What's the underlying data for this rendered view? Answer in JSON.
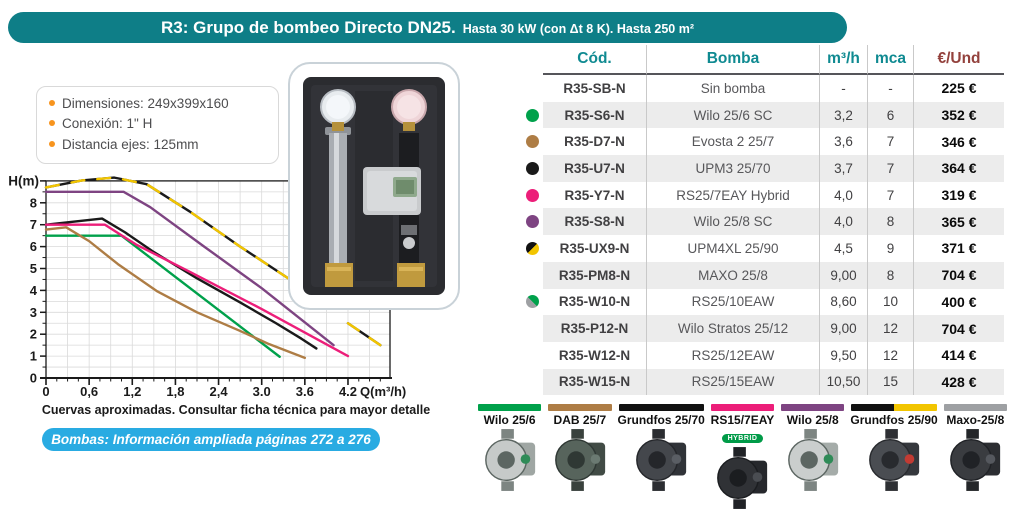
{
  "header": {
    "title": "R3: Grupo de bombeo Directo DN25.",
    "subtitle": "Hasta 30 kW (con Δt 8 K). Hasta 250 m²"
  },
  "specs": {
    "items": [
      "Dimensiones: 249x399x160",
      "Conexión: 1\" H",
      "Distancia ejes: 125mm"
    ],
    "bullet_color": "#F7941E"
  },
  "chart_note": "Cuervas aproximadas. Consultar ficha técnica para mayor detalle",
  "info_badge": "Bombas: Información ampliada páginas 272 a 276",
  "chart_data": {
    "type": "line",
    "title": "",
    "xlabel": "Q(m³/h)",
    "ylabel": "H(m)",
    "xlim": [
      0,
      4.78
    ],
    "ylim": [
      0,
      9
    ],
    "x_tick_values": [
      0,
      0.6,
      1.2,
      1.8,
      2.4,
      3.0,
      3.6,
      4.2
    ],
    "x_tick_labels": [
      "0",
      "0,6",
      "1,2",
      "1,8",
      "2,4",
      "3.0",
      "3.6",
      "4.2"
    ],
    "y_tick_labels": [
      "0",
      "1",
      "2",
      "3",
      "4",
      "5",
      "6",
      "7",
      "8"
    ],
    "grid": true,
    "legend_position": "none",
    "series": [
      {
        "name": "Wilo 25/6",
        "color": "#00A14B",
        "points": [
          [
            0,
            6.5
          ],
          [
            1.05,
            6.5
          ],
          [
            3.25,
            0.97
          ]
        ]
      },
      {
        "name": "Evosta 2 25/7 (DAB)",
        "color": "#AE7D45",
        "points": [
          [
            0,
            6.78
          ],
          [
            0.28,
            6.88
          ],
          [
            0.6,
            6.25
          ],
          [
            1.0,
            5.2
          ],
          [
            1.55,
            3.95
          ],
          [
            2.1,
            3.0
          ],
          [
            2.7,
            2.15
          ],
          [
            3.1,
            1.55
          ],
          [
            3.6,
            0.92
          ]
        ]
      },
      {
        "name": "UPM3 25/70 (Grundfos)",
        "color": "#1A1A1A",
        "points": [
          [
            0,
            7.0
          ],
          [
            0.78,
            7.28
          ],
          [
            1.1,
            6.65
          ],
          [
            1.5,
            5.75
          ],
          [
            2.1,
            4.55
          ],
          [
            2.7,
            3.45
          ],
          [
            3.2,
            2.5
          ],
          [
            3.55,
            1.8
          ],
          [
            3.76,
            1.35
          ]
        ]
      },
      {
        "name": "RS25/7EAY Hybrid",
        "color": "#EC1E79",
        "points": [
          [
            0,
            7.0
          ],
          [
            0.82,
            7.0
          ],
          [
            1.25,
            6.1
          ],
          [
            2.0,
            4.85
          ],
          [
            3.0,
            3.15
          ],
          [
            4.2,
            1.0
          ]
        ]
      },
      {
        "name": "Wilo 25/8",
        "color": "#7E4482",
        "points": [
          [
            0,
            8.5
          ],
          [
            1.08,
            8.5
          ],
          [
            1.45,
            7.8
          ],
          [
            2.2,
            6.0
          ],
          [
            3.0,
            4.1
          ],
          [
            4.0,
            1.5
          ]
        ]
      },
      {
        "name": "UPM4XL 25/90 (Grundfos)",
        "color": "#1A1A1A",
        "dash_overlay": "#F2C500",
        "points": [
          [
            0,
            8.7
          ],
          [
            0.5,
            9.02
          ],
          [
            0.95,
            9.15
          ],
          [
            1.4,
            8.85
          ],
          [
            2.0,
            7.6
          ],
          [
            2.7,
            6.0
          ],
          [
            3.37,
            4.55
          ]
        ],
        "points2": [
          [
            4.2,
            2.5
          ],
          [
            4.65,
            1.5
          ]
        ]
      }
    ]
  },
  "table": {
    "headers": [
      "Cód.",
      "Bomba",
      "m³/h",
      "mca",
      "€/Und"
    ],
    "rows": [
      {
        "code": "R35-SB-N",
        "pump": "Sin bomba",
        "flow": "-",
        "head": "-",
        "price": "225 €",
        "dot": null
      },
      {
        "code": "R35-S6-N",
        "pump": "Wilo 25/6 SC",
        "flow": "3,2",
        "head": "6",
        "price": "352 €",
        "dot": {
          "colors": [
            "#00A14B"
          ]
        }
      },
      {
        "code": "R35-D7-N",
        "pump": "Evosta 2 25/7",
        "flow": "3,6",
        "head": "7",
        "price": "346 €",
        "dot": {
          "colors": [
            "#AE7D45"
          ]
        }
      },
      {
        "code": "R35-U7-N",
        "pump": "UPM3 25/70",
        "flow": "3,7",
        "head": "7",
        "price": "364 €",
        "dot": {
          "colors": [
            "#1A1A1A"
          ]
        }
      },
      {
        "code": "R35-Y7-N",
        "pump": "RS25/7EAY Hybrid",
        "flow": "4,0",
        "head": "7",
        "price": "319 €",
        "dot": {
          "colors": [
            "#EC1E79"
          ]
        }
      },
      {
        "code": "R35-S8-N",
        "pump": "Wilo 25/8 SC",
        "flow": "4,0",
        "head": "8",
        "price": "365 €",
        "dot": {
          "colors": [
            "#7E4482"
          ]
        }
      },
      {
        "code": "R35-UX9-N",
        "pump": "UPM4XL 25/90",
        "flow": "4,5",
        "head": "9",
        "price": "371 €",
        "dot": {
          "colors": [
            "#111111",
            "#F2C500"
          ],
          "angle": "135deg"
        }
      },
      {
        "code": "R35-PM8-N",
        "pump": "MAXO 25/8",
        "flow": "9,00",
        "head": "8",
        "price": "704 €",
        "dot": null
      },
      {
        "code": "R35-W10-N",
        "pump": "RS25/10EAW",
        "flow": "8,60",
        "head": "10",
        "price": "400 €",
        "dot": {
          "colors": [
            "#00A14B",
            "#9EA0A3"
          ],
          "angle": "225deg"
        }
      },
      {
        "code": "R35-P12-N",
        "pump": "Wilo Stratos 25/12",
        "flow": "9,00",
        "head": "12",
        "price": "704 €",
        "dot": null
      },
      {
        "code": "R35-W12-N",
        "pump": "RS25/12EAW",
        "flow": "9,50",
        "head": "12",
        "price": "414 €",
        "dot": null
      },
      {
        "code": "R35-W15-N",
        "pump": "RS25/15EAW",
        "flow": "10,50",
        "head": "15",
        "price": "428 €",
        "dot": null
      }
    ]
  },
  "gallery": {
    "items": [
      {
        "label": "Wilo 25/6",
        "bar": [
          "#00A14B"
        ],
        "photo_colors": {
          "body": "#C6CAC9",
          "hub": "#5C6662",
          "motor": "#9FA6A3",
          "pipe": "#7D8582",
          "accent": "#2E8B57"
        }
      },
      {
        "label": "DAB 25/7",
        "bar": [
          "#AE7D45"
        ],
        "photo_colors": {
          "body": "#57645C",
          "hub": "#2F3834",
          "motor": "#414B45",
          "pipe": "#39413D",
          "accent": "#6B7A72"
        }
      },
      {
        "label": "Grundfos 25/70",
        "bar": [
          "#111111"
        ],
        "photo_colors": {
          "body": "#44474C",
          "hub": "#24262A",
          "motor": "#303338",
          "pipe": "#2B2D31",
          "accent": "#5A5E64"
        }
      },
      {
        "label": "RS15/7EAY",
        "bar": [
          "#EC1E79"
        ],
        "badge": "HYBRID",
        "photo_colors": {
          "body": "#303236",
          "hub": "#1B1D20",
          "motor": "#26282C",
          "pipe": "#202226",
          "accent": "#4A4D52"
        }
      },
      {
        "label": "Wilo 25/8",
        "bar": [
          "#7E4482"
        ],
        "photo_colors": {
          "body": "#CACECD",
          "hub": "#5C6662",
          "motor": "#A5ACA9",
          "pipe": "#7D8582",
          "accent": "#2E8B57"
        }
      },
      {
        "label": "Grundfos 25/90",
        "bar": [
          "#111111",
          "#F2C500"
        ],
        "photo_colors": {
          "body": "#4A4D52",
          "hub": "#282A2E",
          "motor": "#35383D",
          "pipe": "#2E3034",
          "accent": "#C23B33"
        }
      },
      {
        "label": "Maxo-25/8",
        "bar": [
          "#9EA0A3"
        ],
        "photo_colors": {
          "body": "#3A3C40",
          "hub": "#202226",
          "motor": "#2C2E32",
          "pipe": "#242629",
          "accent": "#55585E"
        }
      }
    ]
  }
}
